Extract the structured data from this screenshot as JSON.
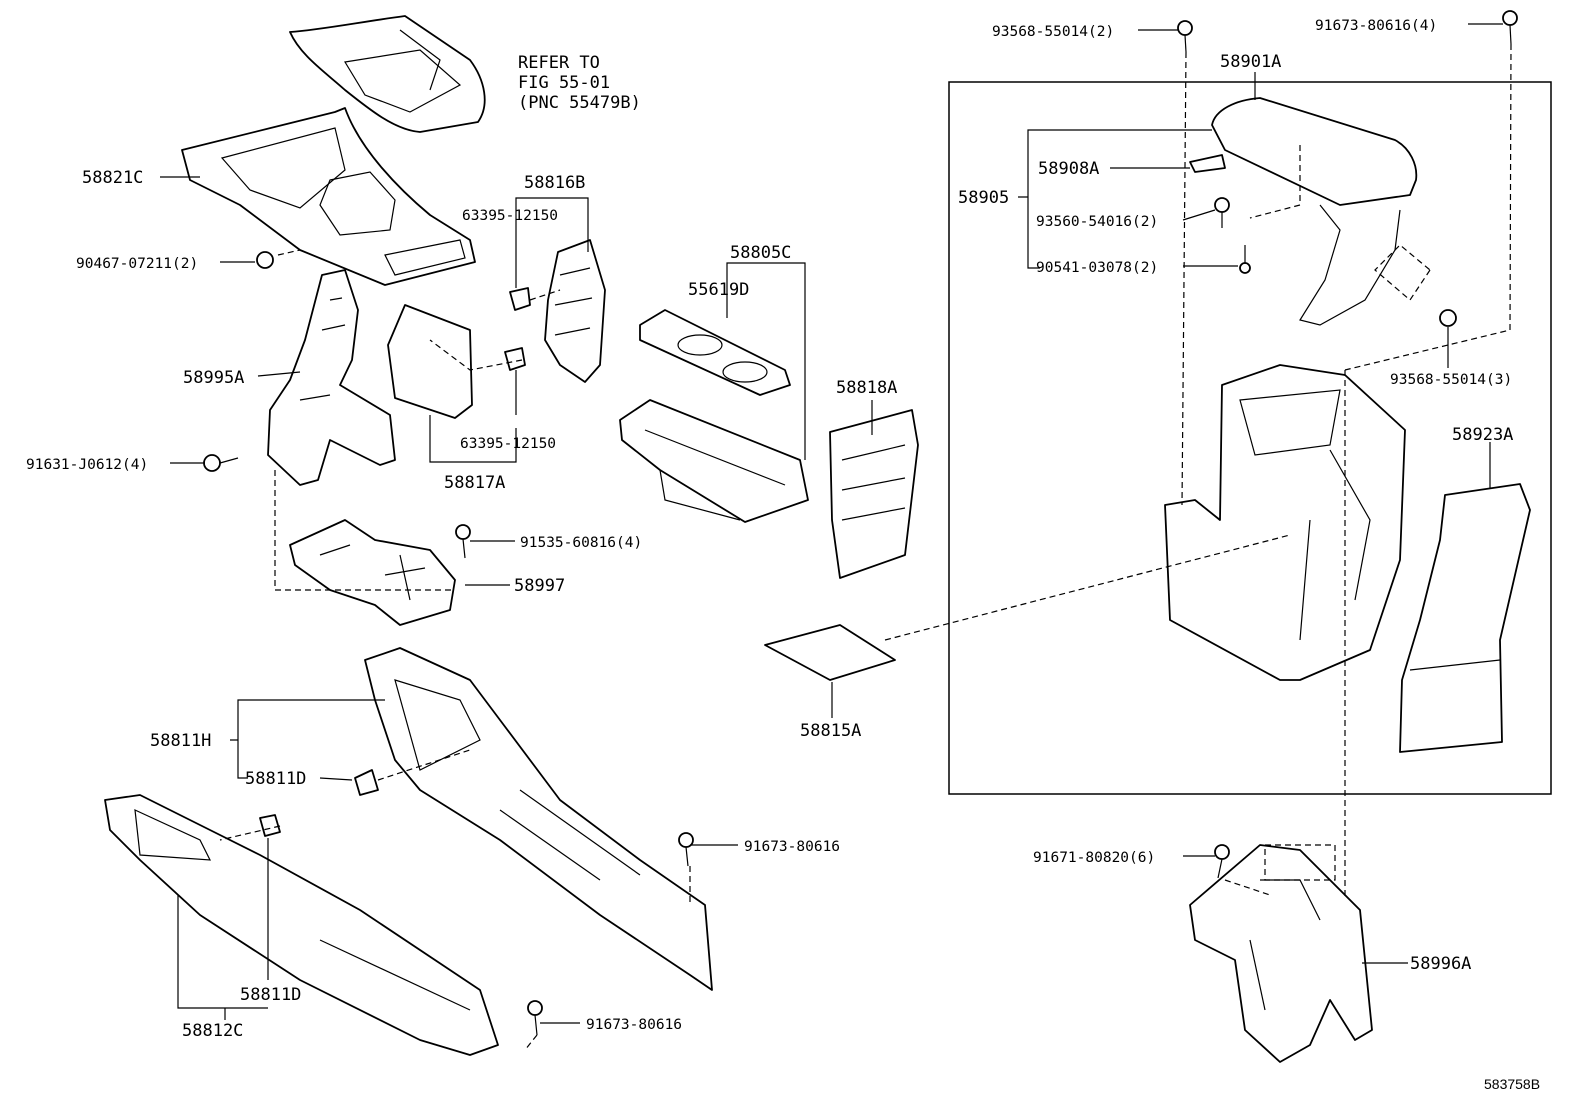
{
  "labels": {
    "refer_1": "REFER TO",
    "refer_2": "FIG 55-01",
    "refer_3": "(PNC 55479B)",
    "p58821C": "58821C",
    "p90467": "90467-07211(2)",
    "p58995A": "58995A",
    "p91631": "91631-J0612(4)",
    "p58816B": "58816B",
    "p63395_top": "63395-12150",
    "p63395_bottom": "63395-12150",
    "p58817A": "58817A",
    "p91535": "91535-60816(4)",
    "p58997": "58997",
    "p58805C": "58805C",
    "p55619D": "55619D",
    "p58818A": "58818A",
    "p58815A": "58815A",
    "p58811H": "58811H",
    "p58811D_upper": "58811D",
    "p91673_mid": "91673-80616",
    "p58811D_lower": "58811D",
    "p58812C": "58812C",
    "p91673_low": "91673-80616",
    "p93568_top": "93568-55014(2)",
    "p91673_top": "91673-80616(4)",
    "p58901A": "58901A",
    "p58905": "58905",
    "p58908A": "58908A",
    "p93560": "93560-54016(2)",
    "p90541": "90541-03078(2)",
    "p93568_right": "93568-55014(3)",
    "p58923A": "58923A",
    "p91671": "91671-80820(6)",
    "p58996A": "58996A",
    "figure_code": "583758B"
  }
}
